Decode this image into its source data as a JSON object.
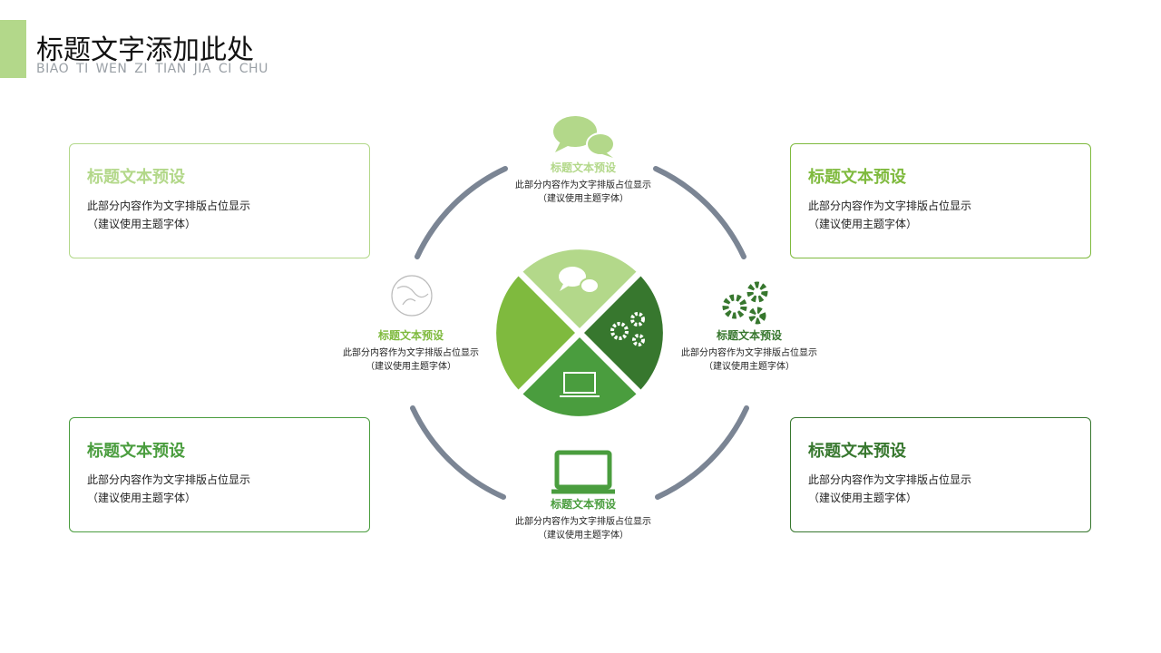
{
  "header": {
    "title": "标题文字添加此处",
    "subtitle": "BIAO TI WEN ZI TIAN JIA CI CHU"
  },
  "colors": {
    "light": "#b3d88a",
    "mid": "#7fba3e",
    "green": "#4a9d3e",
    "dark": "#37772e",
    "arc": "#7b8594"
  },
  "boxes": [
    {
      "title": "标题文本预设",
      "line1": "此部分内容作为文字排版占位显示",
      "line2": "（建议使用主题字体）"
    },
    {
      "title": "标题文本预设",
      "line1": "此部分内容作为文字排版占位显示",
      "line2": "（建议使用主题字体）"
    },
    {
      "title": "标题文本预设",
      "line1": "此部分内容作为文字排版占位显示",
      "line2": "（建议使用主题字体）"
    },
    {
      "title": "标题文本预设",
      "line1": "此部分内容作为文字排版占位显示",
      "line2": "（建议使用主题字体）"
    }
  ],
  "nodes": [
    {
      "title": "标题文本预设",
      "line1": "此部分内容作为文字排版占位显示",
      "line2": "（建议使用主题字体）",
      "icon": "chat-icon"
    },
    {
      "title": "标题文本预设",
      "line1": "此部分内容作为文字排版占位显示",
      "line2": "（建议使用主题字体）",
      "icon": "globe-icon"
    },
    {
      "title": "标题文本预设",
      "line1": "此部分内容作为文字排版占位显示",
      "line2": "（建议使用主题字体）",
      "icon": "gears-icon"
    },
    {
      "title": "标题文本预设",
      "line1": "此部分内容作为文字排版占位显示",
      "line2": "（建议使用主题字体）",
      "icon": "laptop-icon"
    }
  ]
}
